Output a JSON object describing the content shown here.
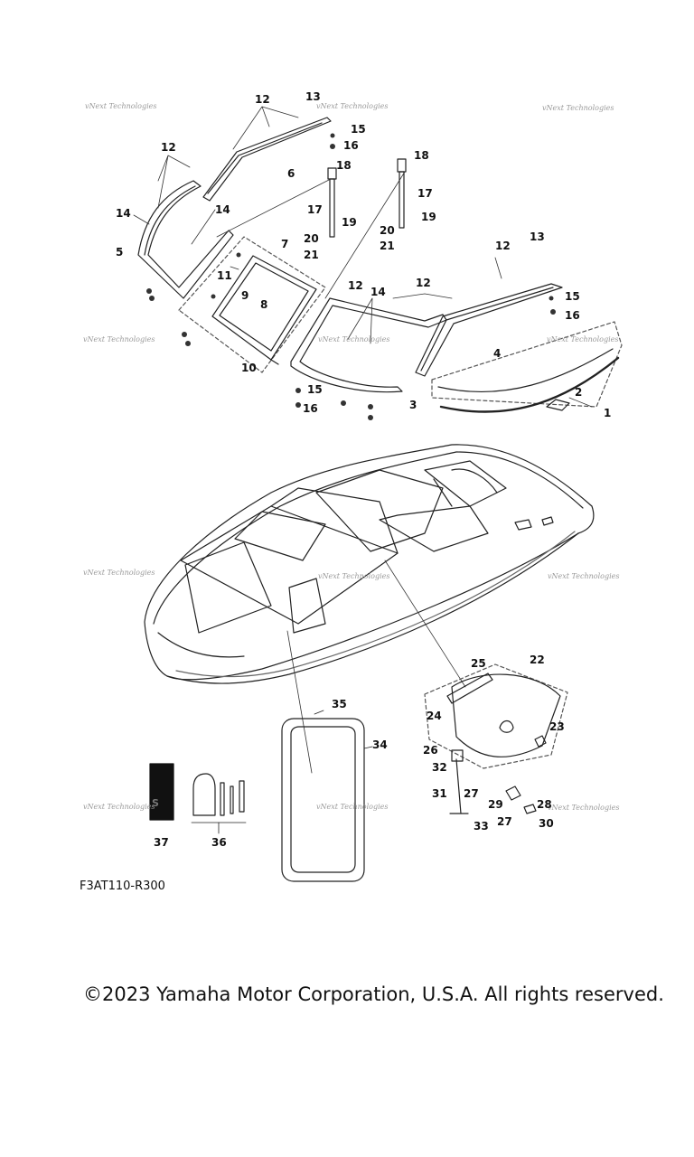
{
  "diagram": {
    "callouts": [
      "1",
      "2",
      "3",
      "4",
      "5",
      "6",
      "7",
      "8",
      "9",
      "10",
      "11",
      "12",
      "12",
      "12",
      "12",
      "12",
      "13",
      "13",
      "14",
      "14",
      "14",
      "15",
      "15",
      "15",
      "16",
      "16",
      "16",
      "17",
      "17",
      "18",
      "18",
      "19",
      "19",
      "20",
      "20",
      "21",
      "21",
      "22",
      "23",
      "24",
      "25",
      "26",
      "27",
      "27",
      "28",
      "29",
      "30",
      "31",
      "32",
      "33",
      "34",
      "35",
      "36",
      "37"
    ],
    "watermark": "vNext Technologies",
    "sticker_text": "S"
  },
  "footer": {
    "part_code": "F3AT110-R300",
    "copyright": "©2023 Yamaha Motor Corporation, U.S.A. All rights reserved."
  }
}
